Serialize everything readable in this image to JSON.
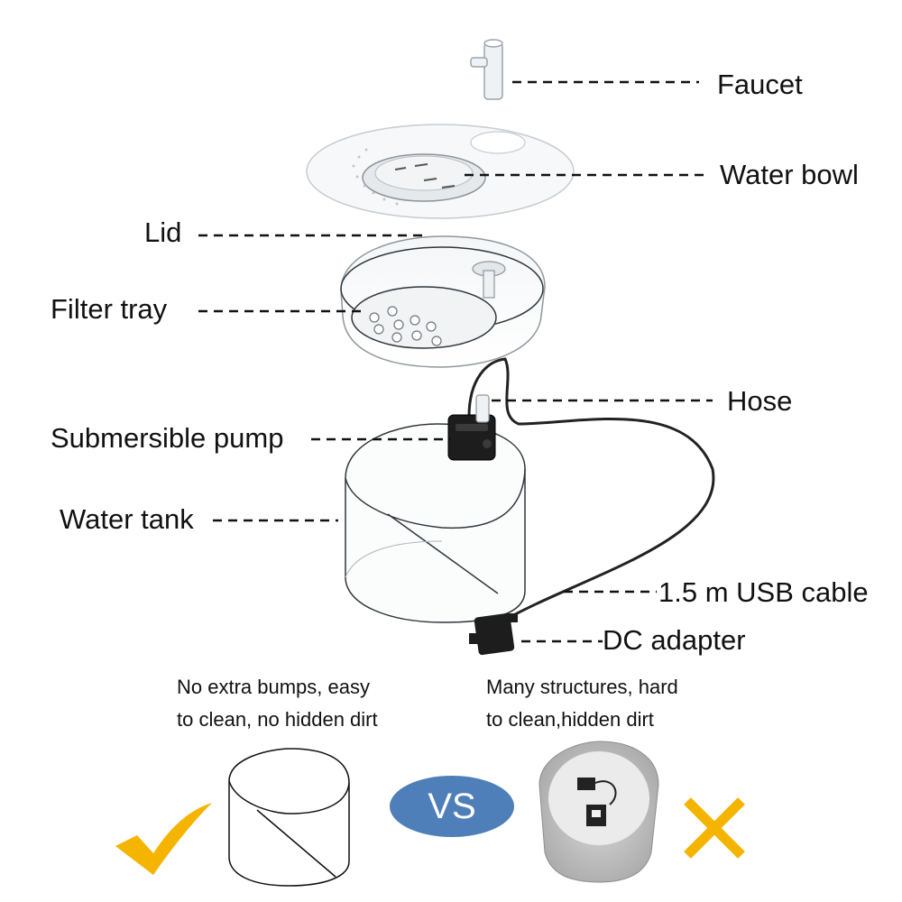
{
  "labels": {
    "faucet": "Faucet",
    "water_bowl": "Water bowl",
    "lid": "Lid",
    "filter_tray": "Filter tray",
    "hose": "Hose",
    "pump": "Submersible pump",
    "tank": "Water tank",
    "cable": "1.5 m USB cable",
    "adapter": "DC adapter"
  },
  "comparison": {
    "left_line1": "No extra bumps, easy",
    "left_line2": "to clean, no hidden dirt",
    "right_line1": "Many structures, hard",
    "right_line2": "to clean,hidden dirt",
    "vs": "VS"
  },
  "colors": {
    "check": "#f5b400",
    "cross": "#f5b400",
    "vs_badge": "#4f7fb8",
    "outline": "#222222"
  },
  "icons": {
    "good": "check-icon",
    "bad": "cross-icon"
  }
}
